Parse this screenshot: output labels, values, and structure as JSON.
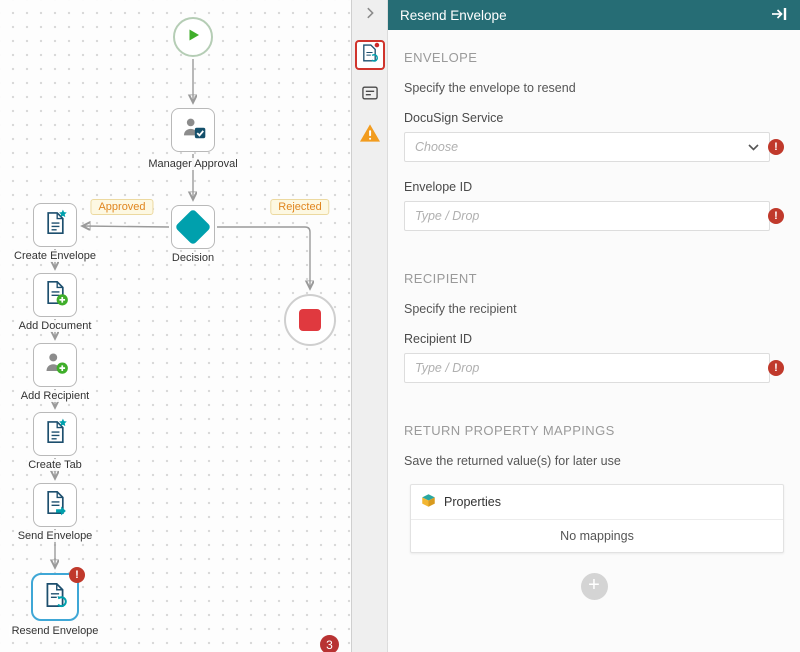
{
  "canvas": {
    "nodes": [
      {
        "label": "Manager Approval",
        "icon": "user-check-icon"
      },
      {
        "label": "Decision",
        "icon": "decision-diamond-icon"
      },
      {
        "label": "Create Envelope",
        "icon": "document-star-icon"
      },
      {
        "label": "Add Document",
        "icon": "document-plus-icon"
      },
      {
        "label": "Add Recipient",
        "icon": "user-plus-icon"
      },
      {
        "label": "Create Tab",
        "icon": "document-star-icon"
      },
      {
        "label": "Send Envelope",
        "icon": "document-send-icon"
      },
      {
        "label": "Resend Envelope",
        "icon": "document-resend-icon"
      }
    ],
    "branches": {
      "approved": "Approved",
      "rejected": "Rejected"
    },
    "error_badge": "3"
  },
  "panel": {
    "title": "Resend Envelope",
    "error_mark": "!",
    "envelope": {
      "heading": "ENVELOPE",
      "description": "Specify the envelope to resend",
      "service_label": "DocuSign Service",
      "service_placeholder": "Choose",
      "envelope_id_label": "Envelope ID",
      "envelope_id_placeholder": "Type / Drop"
    },
    "recipient": {
      "heading": "RECIPIENT",
      "description": "Specify the recipient",
      "recipient_id_label": "Recipient ID",
      "recipient_id_placeholder": "Type / Drop"
    },
    "mappings": {
      "heading": "RETURN PROPERTY MAPPINGS",
      "description": "Save the returned value(s) for later use",
      "card_title": "Properties",
      "empty_text": "No mappings"
    }
  },
  "icons": {
    "collapse_panel": "chevron-right",
    "dock_panel": "arrow-to-bar",
    "tab_selected": "resend-envelope-icon",
    "tab_details": "details-icon",
    "tab_warning": "warning-triangle-icon",
    "properties": "package-cube-icon"
  },
  "colors": {
    "header_teal": "#266d75",
    "accent_teal": "#00a0ad",
    "error_red": "#c0392b",
    "warning_orange": "#f29c1f",
    "success_green": "#3fae2a",
    "selected_node_blue": "#3fa7d6"
  }
}
